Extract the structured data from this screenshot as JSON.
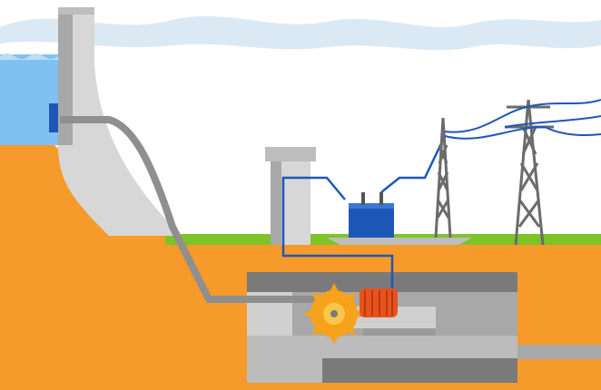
{
  "diagram": {
    "kind": "hydroelectric power plant cross-section",
    "components": [
      {
        "id": "reservoir",
        "icon": "water-wave-icon"
      },
      {
        "id": "dam",
        "icon": "dam-icon"
      },
      {
        "id": "intake-gate",
        "icon": "gate-icon"
      },
      {
        "id": "penstock",
        "icon": "pipe-icon"
      },
      {
        "id": "turbine",
        "icon": "pelton-wheel-icon"
      },
      {
        "id": "generator",
        "icon": "generator-icon"
      },
      {
        "id": "transformer",
        "icon": "transformer-icon"
      },
      {
        "id": "transmission-tower-near",
        "icon": "pylon-icon"
      },
      {
        "id": "transmission-tower-far",
        "icon": "pylon-icon"
      },
      {
        "id": "tailrace",
        "icon": "outlet-channel-icon"
      }
    ]
  },
  "colors": {
    "sky_cloud": "#dbe9f5",
    "water": "#7fc1f0",
    "water_light": "#b9ddf7",
    "earth": "#f59a2b",
    "grass": "#7cc428",
    "concrete_light": "#d7d7d7",
    "concrete_mid": "#a8a8a8",
    "concrete_dark": "#7a7a7a",
    "penstock": "#8f8f8f",
    "turbine": "#f6a21c",
    "turbine_hub": "#f8c74a",
    "generator": "#e8521c",
    "transformer": "#1f57b8",
    "cable": "#1f57b8",
    "tower": "#6b6b6b"
  }
}
